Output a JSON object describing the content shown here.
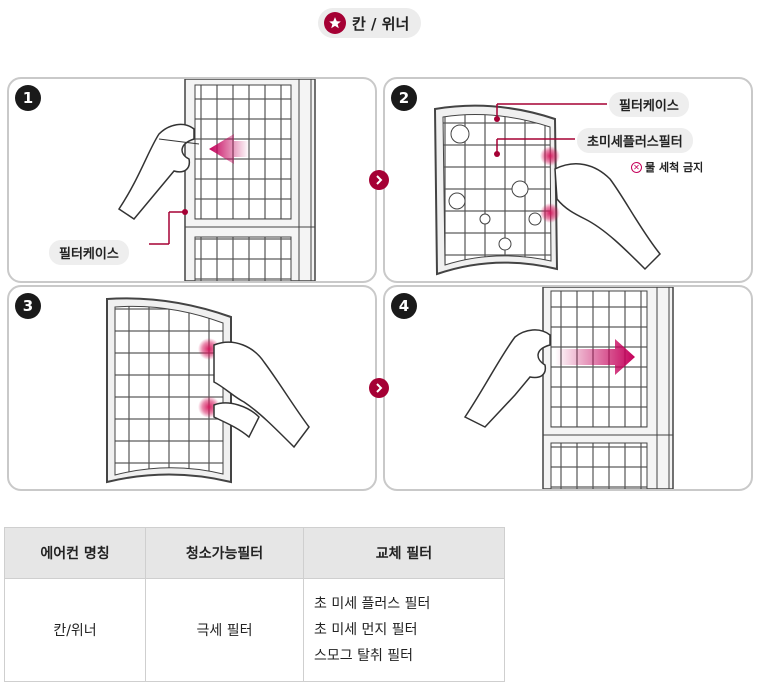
{
  "title": {
    "text": "칸 / 위너",
    "icon": "star-icon"
  },
  "colors": {
    "accent": "#a50034",
    "panel_border": "#c9c9c9",
    "header_bg": "#e6e6e6"
  },
  "steps": [
    {
      "number": "1",
      "labels": {
        "filter_case": "필터케이스"
      }
    },
    {
      "number": "2",
      "labels": {
        "filter_case": "필터케이스",
        "ultrafine_filter": "초미세플러스필터",
        "no_wash": "물 세척 금지"
      }
    },
    {
      "number": "3"
    },
    {
      "number": "4"
    }
  ],
  "table": {
    "headers": [
      "에어컨 명칭",
      "청소가능필터",
      "교체 필터"
    ],
    "row": {
      "name": "칸/위너",
      "cleanable": "극세 필터",
      "replacement": [
        "초 미세 플러스 필터",
        "초 미세 먼지 필터",
        "스모그 탈취 필터"
      ]
    }
  }
}
